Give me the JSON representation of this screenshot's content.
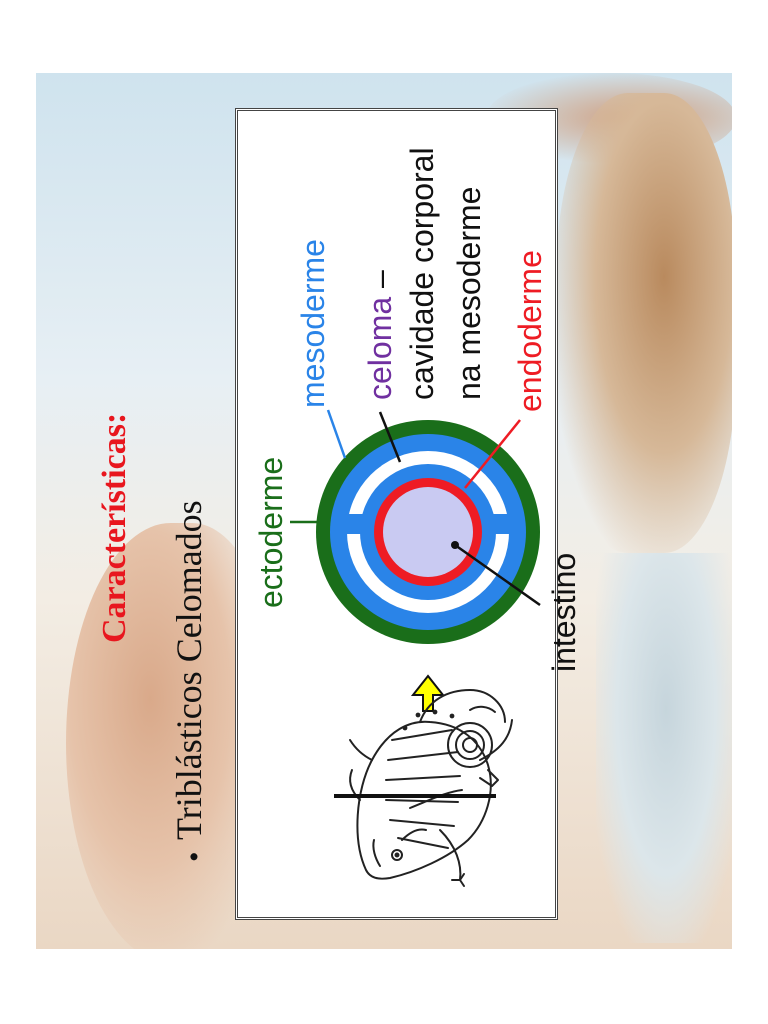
{
  "slide": {
    "title": "Características:",
    "bullet_symbol": "•",
    "bullet_text": "Triblásticos Celomados"
  },
  "diagram": {
    "ectoderm_label": "ectoderme",
    "mesoderm_label": "mesoderme",
    "coelom_label": "celoma",
    "coelom_dash": " –",
    "coelom_desc_line1": "cavidade corporal",
    "coelom_desc_line2": "na mesoderme",
    "endoderm_label": "endoderme",
    "intestine_label": "intestino"
  },
  "colors": {
    "title": "#e8161e",
    "ectoderm": "#1a6e1a",
    "mesoderm": "#2a84e8",
    "coelom": "#7030a0",
    "endoderm": "#ee1c24",
    "intestine": "#c9caf2",
    "arrow": "#ffff00"
  },
  "icons": {
    "arrow": "yellow-up-arrow-icon",
    "animal": "chameleon-drawing-icon"
  }
}
